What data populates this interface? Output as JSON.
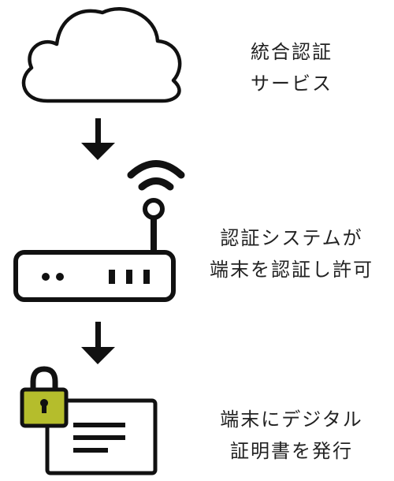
{
  "steps": [
    {
      "icon": "cloud-icon",
      "lines": [
        "統合認証",
        "サービス"
      ]
    },
    {
      "icon": "wifi-router-icon",
      "lines": [
        "認証システムが",
        "端末を認証し許可"
      ]
    },
    {
      "icon": "certificate-lock-icon",
      "lines": [
        "端末にデジタル",
        "証明書を発行"
      ]
    }
  ],
  "colors": {
    "stroke": "#111111",
    "lock_body": "#b5bd2c",
    "text": "#222222"
  }
}
